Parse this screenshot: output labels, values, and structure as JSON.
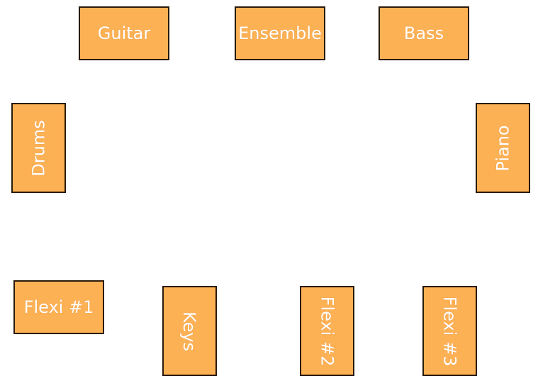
{
  "style": {
    "block_fill": "#fdb155",
    "block_border": "#2a1a0a",
    "text_color": "#ffffff"
  },
  "blocks": {
    "guitar": "Guitar",
    "ensemble": "Ensemble",
    "bass": "Bass",
    "drums": "Drums",
    "piano": "Piano",
    "flexi1": "Flexi #1",
    "keys": "Keys",
    "flexi2": "Flexi #2",
    "flexi3": "Flexi #3"
  }
}
